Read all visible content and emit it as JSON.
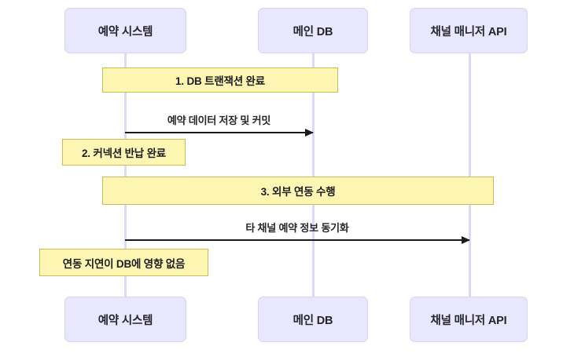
{
  "diagram": {
    "type": "sequence-diagram",
    "background_color": "#ffffff",
    "participant_fill": "#e9e7fd",
    "participant_border": "#d6d2f5",
    "note_fill": "#fdf6b2",
    "note_border": "#c9bd52",
    "lifeline_color": "#ddd9f7",
    "arrow_color": "#1b1b1b"
  },
  "participants": [
    {
      "id": "booking-system",
      "label": "예약 시스템"
    },
    {
      "id": "main-db",
      "label": "메인 DB"
    },
    {
      "id": "channel-manager-api",
      "label": "채널 매니저 API"
    }
  ],
  "participants_bottom": [
    {
      "id": "booking-system",
      "label": "예약 시스템"
    },
    {
      "id": "main-db",
      "label": "메인 DB"
    },
    {
      "id": "channel-manager-api",
      "label": "채널 매니저 API"
    }
  ],
  "notes": [
    {
      "id": "note-1",
      "label": "1. DB 트랜잭션 완료"
    },
    {
      "id": "note-2",
      "label": "2. 커넥션 반납 완료"
    },
    {
      "id": "note-3",
      "label": "3. 외부 연동 수행"
    },
    {
      "id": "note-4",
      "label": "연동 지연이 DB에 영향 없음"
    }
  ],
  "messages": [
    {
      "id": "message-1",
      "label": "예약 데이터 저장 및 커밋",
      "from": "booking-system",
      "to": "main-db"
    },
    {
      "id": "message-2",
      "label": "타 채널 예약 정보 동기화",
      "from": "booking-system",
      "to": "channel-manager-api"
    }
  ]
}
